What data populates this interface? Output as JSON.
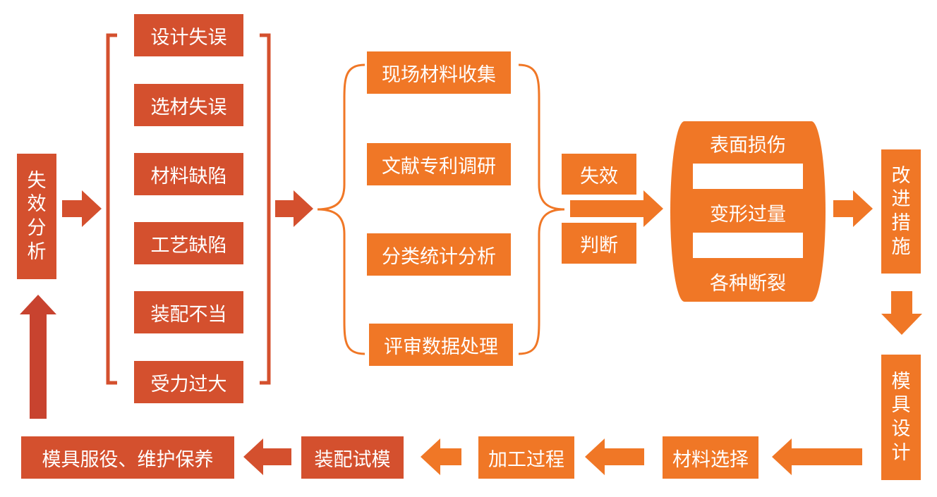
{
  "failure_analysis": "失效分析",
  "causes": [
    "设计失误",
    "选材失误",
    "材料缺陷",
    "工艺缺陷",
    "装配不当",
    "受力过大"
  ],
  "methods": [
    "现场材料收集",
    "文献专利调研",
    "分类统计分析",
    "评审数据处理"
  ],
  "judgment": {
    "top": "失效",
    "bottom": "判断"
  },
  "failure_modes": [
    "表面损伤",
    "变形过量",
    "各种断裂"
  ],
  "improvement": "改进措施",
  "mold_design": "模具设计",
  "bottom_flow": [
    "材料选择",
    "加工过程",
    "装配试模",
    "模具服役、维护保养"
  ],
  "colors": {
    "red": "#d4502e",
    "orange": "#f07726",
    "dark_red": "#c8432f"
  }
}
